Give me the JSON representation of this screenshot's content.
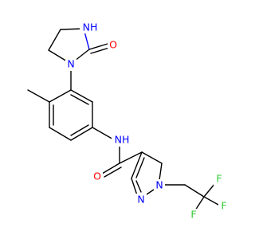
{
  "molecule": {
    "colors": {
      "carbon_bond": "#000000",
      "nitrogen": "#0000FF",
      "oxygen": "#FF0000",
      "fluorine": "#33CC33"
    },
    "labels": {
      "nh_imidazolidinone": "NH",
      "o_carbonyl_ring": "O",
      "n_imidazolidinone": "N",
      "nh_amide": "NH",
      "o_amide": "O",
      "n1_pyrazole": "N",
      "n2_pyrazole": "N",
      "f_top": "F",
      "f_left": "F",
      "f_right": "F"
    }
  }
}
